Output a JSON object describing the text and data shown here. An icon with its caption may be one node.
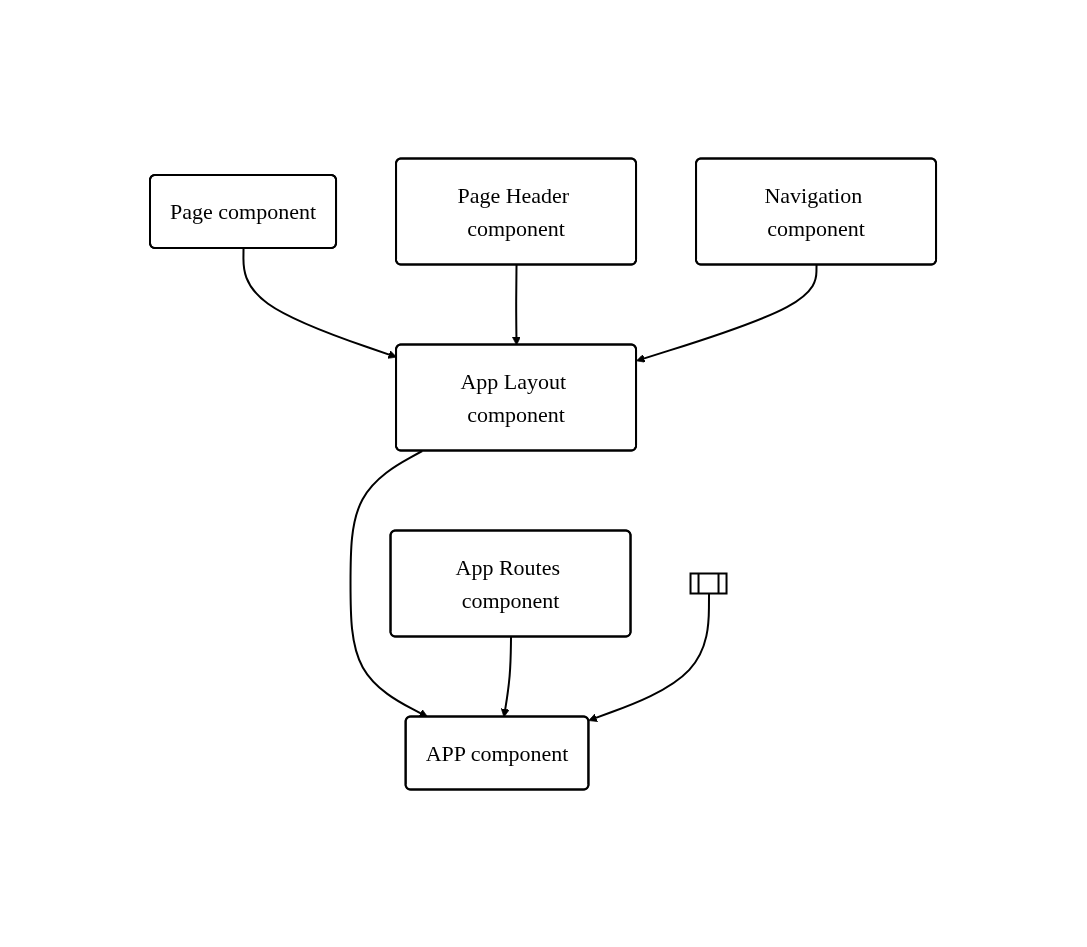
{
  "diagram": {
    "nodes": [
      {
        "text": [
          "Page component"
        ]
      },
      {
        "text": [
          "Page Header component"
        ]
      },
      {
        "text": [
          "Navigation component"
        ]
      },
      {
        "text": [
          "App Layout component"
        ]
      },
      {
        "text": [
          "App Routes component"
        ]
      },
      {
        "text": [
          "APP component"
        ]
      },
      {
        "text": [],
        "shape": "box"
      }
    ],
    "edges": [
      {
        "from": 0,
        "to": 3,
        "arrow": "to"
      },
      {
        "from": 1,
        "to": 3,
        "arrow": "to"
      },
      {
        "from": 2,
        "to": 3,
        "arrow": "to"
      },
      {
        "from": 3,
        "to": 5,
        "arrow": "to"
      },
      {
        "from": 4,
        "to": 5,
        "arrow": "to"
      },
      {
        "from": 6,
        "to": 5,
        "arrow": "to"
      }
    ]
  }
}
